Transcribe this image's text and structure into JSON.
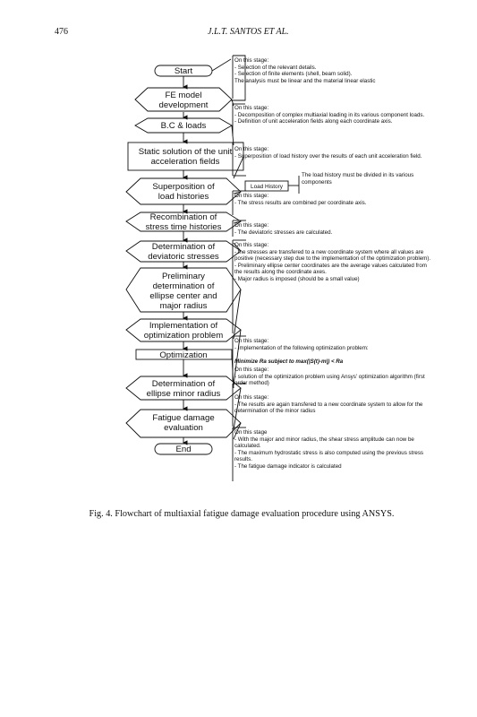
{
  "header": {
    "page_number": "476",
    "running_title": "J.L.T. SANTOS ET AL."
  },
  "flowchart": {
    "start": "Start",
    "fe_model": [
      "FE model",
      "development"
    ],
    "bc_loads": "B.C & loads",
    "static_solution": [
      "Static solution of the unit",
      "acceleration fields"
    ],
    "superposition": [
      "Superposition of",
      "load histories"
    ],
    "recombination": [
      "Recombination of",
      "stress time histories"
    ],
    "deviatoric": [
      "Determination of",
      "deviatoric stresses"
    ],
    "preliminary": [
      "Preliminary",
      "determination of",
      "ellipse center and",
      "major radius"
    ],
    "implementation": [
      "Implementation of",
      "optimization problem"
    ],
    "optimization": "Optimization",
    "minor_radius": [
      "Determination of",
      "ellipse minor radius"
    ],
    "fatigue": [
      "Fatigue damage",
      "evaluation"
    ],
    "end": "End",
    "load_history": "Load History"
  },
  "notes": {
    "fe_model": "On this stage:\n- Selection of the relevant details.\n- Selection of finite elements (shell, beam solid).\nThe analysis must be linear and the material linear elastic",
    "bc_loads": "On this stage:\n- Decomposition of complex multiaxial loading in its various component loads.\n- Definition of unit acceleration fields along each coordinate axis.",
    "static": "On this stage:\n- Superposition of load history over the results of each unit acceleration field.",
    "load_history": "The load history must be divided in its various components",
    "superposition": "On this stage:\n- The stress results are combined per coordinate axis.",
    "recombination": "On this stage:\n- The deviatoric stresses are calculated.",
    "deviatoric": "On this stage:\n- the stresses are transfered to a new coordinate system where all values are positive (necessary step due to the implementation of the optimization problem).\n- Preliminary ellipse center coordinates are the average values calculated from the results along the coordinate axes.\n- Major radius is imposed (should be a small value)",
    "implementation_head": "On this stage:\n- Implementation of the following optimization problem:",
    "implementation_formula": "Minimize Ra subject to max(|S(t)-m|) < Ra",
    "optimization": "On this stage:\n- solution of the optimization problem using Ansys' optimization algorithm (first order method)",
    "minor_radius": "On this stage:\n- The results are again transfered to a new coordinate system to allow for the determination of the minor radius",
    "fatigue": "On this stage\n- With the major and minor radius, the shear stress amplitude can now be calculated.\n- The maximum hydrostatic stress is also computed using the previous stress results.\n- The fatigue damage indicator is calculated"
  },
  "caption": "Fig. 4. Flowchart of multiaxial fatigue damage evaluation procedure using ANSYS."
}
